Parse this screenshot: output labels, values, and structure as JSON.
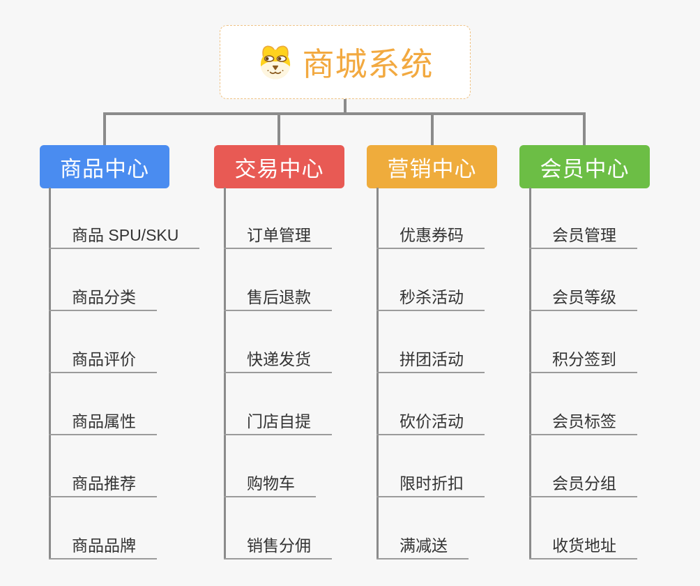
{
  "canvas": {
    "background": "#F7F7F7"
  },
  "root": {
    "title": "商城系统",
    "title_color": "#F2A940",
    "background": "#FFFFFF",
    "border_color": "#EFC284",
    "icon": "dog-face-icon"
  },
  "connector_color": "#8B8B8B",
  "leaf_underline_color": "#9B9B9B",
  "leaf_text_color": "#333333",
  "branches": [
    {
      "label": "商品中心",
      "color": "#4A8CF0",
      "items": [
        "商品 SPU/SKU",
        "商品分类",
        "商品评价",
        "商品属性",
        "商品推荐",
        "商品品牌"
      ]
    },
    {
      "label": "交易中心",
      "color": "#E85A54",
      "items": [
        "订单管理",
        "售后退款",
        "快递发货",
        "门店自提",
        "购物车",
        "销售分佣"
      ]
    },
    {
      "label": "营销中心",
      "color": "#EFAC3C",
      "items": [
        "优惠券码",
        "秒杀活动",
        "拼团活动",
        "砍价活动",
        "限时折扣",
        "满减送"
      ]
    },
    {
      "label": "会员中心",
      "color": "#6CBE45",
      "items": [
        "会员管理",
        "会员等级",
        "积分签到",
        "会员标签",
        "会员分组",
        "收货地址"
      ]
    }
  ]
}
